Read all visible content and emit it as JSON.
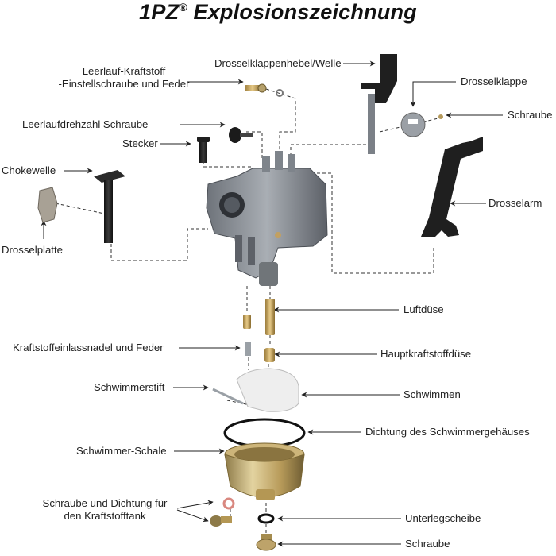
{
  "title": {
    "main": "1PZ",
    "reg": "®",
    "rest": " Explosionszeichnung"
  },
  "labels": {
    "leerlauf_kraftstoff_1": "Leerlauf-Kraftstoff",
    "leerlauf_kraftstoff_2": "-Einstellschraube und Feder",
    "drosselklappenhebel": "Drosselklappenhebel/Welle",
    "drosselklappe": "Drosselklappe",
    "leerlaufdrehzahl": "Leerlaufdrehzahl Schraube",
    "schraube_top": "Schraube",
    "stecker": "Stecker",
    "chokewelle": "Chokewelle",
    "drosselarm": "Drosselarm",
    "drosselplatte": "Drosselplatte",
    "luftduese": "Luftdüse",
    "kraftstoffeinlassnadel": "Kraftstoffeinlassnadel und Feder",
    "hauptkraftstoffduese": "Hauptkraftstoffdüse",
    "schwimmerstift": "Schwimmerstift",
    "schwimmen": "Schwimmen",
    "dichtung": "Dichtung des Schwimmergehäuses",
    "schwimmer_schale": "Schwimmer-Schale",
    "tank_1": "Schraube und Dichtung für",
    "tank_2": "den Kraftstofftank",
    "unterlegscheibe": "Unterlegscheibe",
    "schraube_bottom": "Schraube"
  },
  "colors": {
    "metal_dark": "#5b5f66",
    "metal_mid": "#8d939a",
    "metal_light": "#b9bec4",
    "black_part": "#1e1e1e",
    "brass": "#c9a45a",
    "float_white": "#eeeeee",
    "gasket_red": "#d98880"
  }
}
